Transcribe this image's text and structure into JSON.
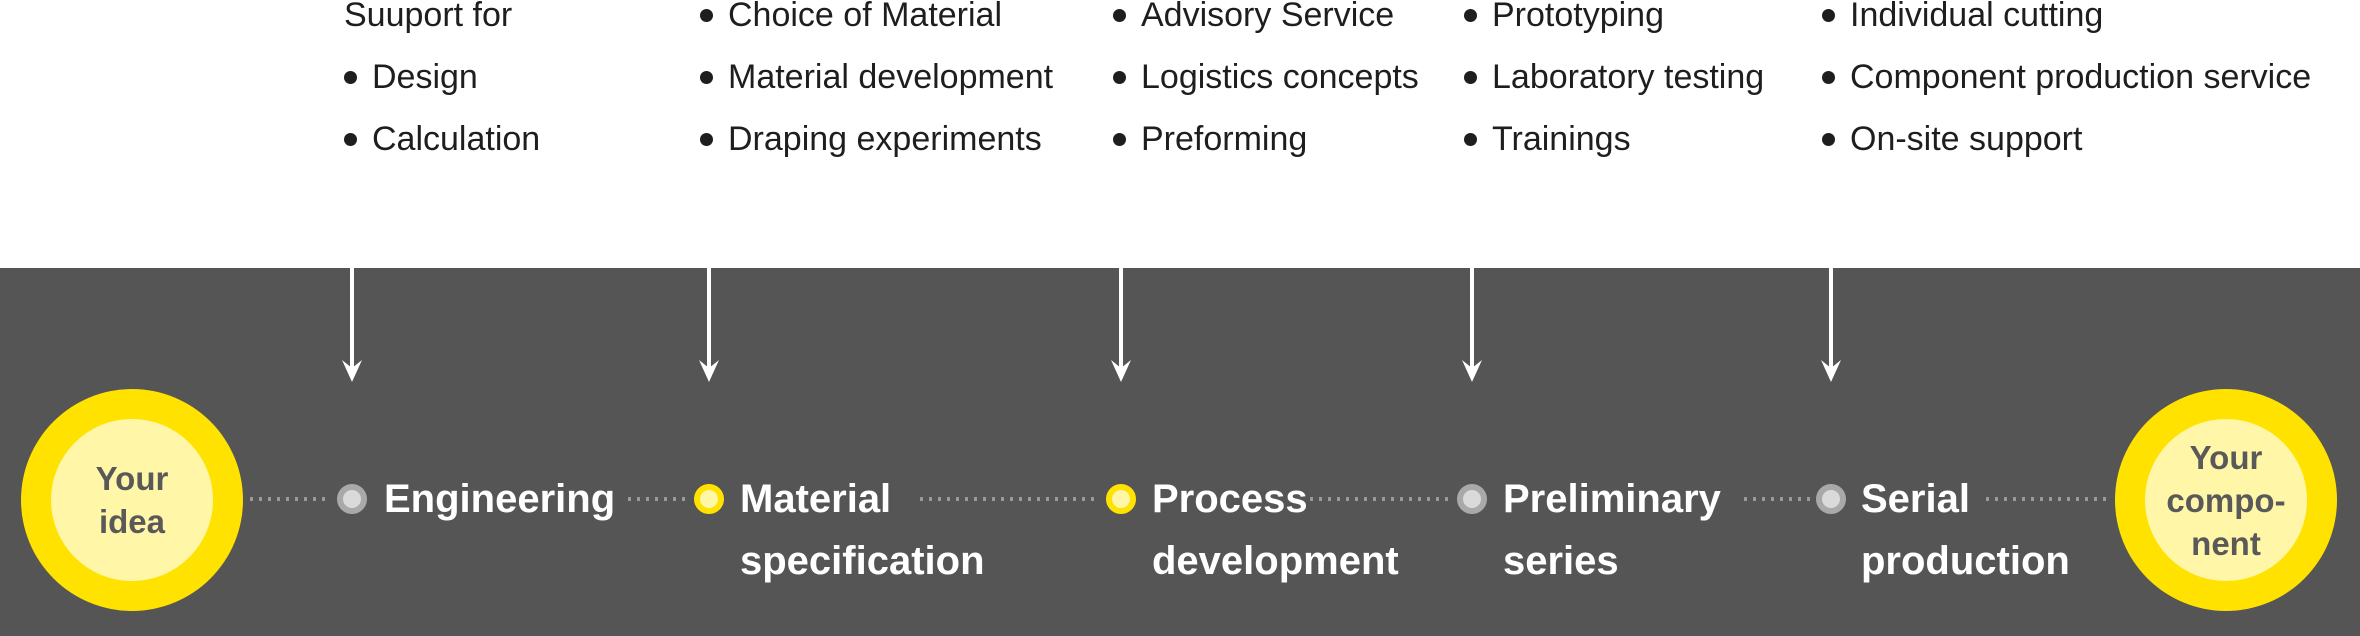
{
  "columns": [
    {
      "header": "Suuport for",
      "items": [
        "Design",
        "Calculation"
      ]
    },
    {
      "items": [
        "Choice of Material",
        "Material development",
        "Draping experiments"
      ]
    },
    {
      "items": [
        "Advisory Service",
        "Logistics concepts",
        "Preforming"
      ]
    },
    {
      "items": [
        "Prototyping",
        "Laboratory testing",
        "Trainings"
      ]
    },
    {
      "items": [
        "Individual cutting",
        "Component production service",
        "On-site support"
      ]
    }
  ],
  "start": {
    "label": "Your\nidea"
  },
  "end": {
    "label": "Your\ncompo-\nnent"
  },
  "stages": [
    {
      "label": "Engineering",
      "highlighted": false
    },
    {
      "label": "Material\nspecification",
      "highlighted": true
    },
    {
      "label": "Process\ndevelopment",
      "highlighted": true
    },
    {
      "label": "Preliminary\nseries",
      "highlighted": false
    },
    {
      "label": "Serial\nproduction",
      "highlighted": false
    }
  ],
  "colors": {
    "band": "#555555",
    "accent": "#ffe200",
    "accent_light": "#fff6a8",
    "node_gray": "#a9a9a9",
    "node_gray_fill": "#dadada",
    "connector": "#9a9a9a"
  }
}
